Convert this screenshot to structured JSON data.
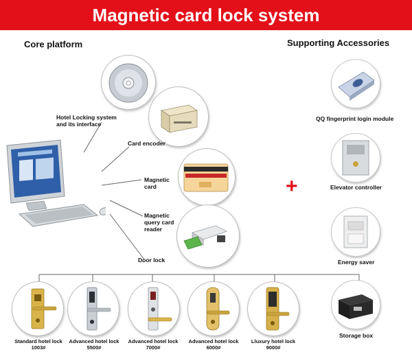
{
  "title": "Magnetic card lock system",
  "core": {
    "heading": "Core platform",
    "labels": {
      "software": "Hotel Locking system\nand its interface",
      "encoder": "Card encoder",
      "card": "Magnetic\ncard",
      "reader": "Magnetic\nquery card\nreader",
      "door_lock": "Door lock"
    }
  },
  "locks": [
    {
      "name": "Standard hotel lock",
      "model": "1003#"
    },
    {
      "name": "Advanced hotel lock",
      "model": "5500#"
    },
    {
      "name": "Advanced hotel lock",
      "model": "7000#"
    },
    {
      "name": "Advanced hotel lock",
      "model": "6000#"
    },
    {
      "name": "Lluxury hotel lock",
      "model": "9000#"
    }
  ],
  "accessories": {
    "heading": "Supporting Accessories",
    "plus": "+",
    "items": [
      {
        "label": "QQ fingerprint login module"
      },
      {
        "label": "Elevator controller"
      },
      {
        "label": "Energy saver"
      },
      {
        "label": "Storage box"
      }
    ]
  },
  "icons": {
    "software": "cd-disc-icon",
    "encoder": "card-encoder-icon",
    "card": "magnetic-card-icon",
    "reader": "card-reader-icon",
    "computer": "computer-icon",
    "lock": "door-lock-icon",
    "fingerprint": "fingerprint-module-icon",
    "elevator": "elevator-controller-icon",
    "energy": "energy-saver-icon",
    "storage": "storage-box-icon"
  },
  "colors": {
    "banner": "#e3101a",
    "plus": "#e3101a"
  }
}
